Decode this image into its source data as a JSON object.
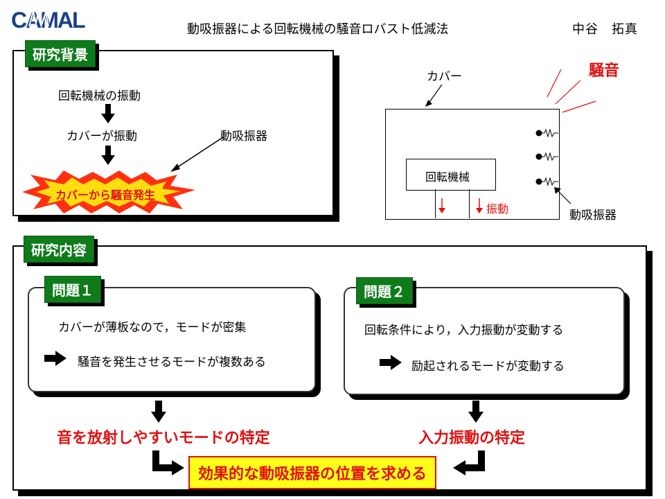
{
  "header": {
    "logo_text": "CAMAL",
    "title": "動吸振器による回転機械の騒音ロバスト低減法",
    "author": "中谷　拓真"
  },
  "background": {
    "tag": "研究背景",
    "step1": "回転機械の振動",
    "step2": "カバーが振動",
    "absorber_label": "動吸振器",
    "burst_text": "カバーから騒音発生"
  },
  "diagram": {
    "noise_label": "騒音",
    "cover_label": "カバー",
    "machine_label": "回転機械",
    "vibration_label": "振動",
    "absorber_label": "動吸振器"
  },
  "content": {
    "tag": "研究内容",
    "problem1": {
      "tag": "問題１",
      "line1": "カバーが薄板なので，モードが密集",
      "line2": "騒音を発生させるモードが複数ある",
      "result": "音を放射しやすいモードの特定"
    },
    "problem2": {
      "tag": "問題２",
      "line1": "回転条件により，入力振動が変動する",
      "line2": "励起されるモードが変動する",
      "result": "入力振動の特定"
    },
    "conclusion": "効果的な動吸振器の位置を求める"
  },
  "colors": {
    "accent_green": "#0f7b1a",
    "accent_red": "#e01010",
    "highlight_yellow": "#ffff1a",
    "logo_blue": "#1a3f8a"
  }
}
